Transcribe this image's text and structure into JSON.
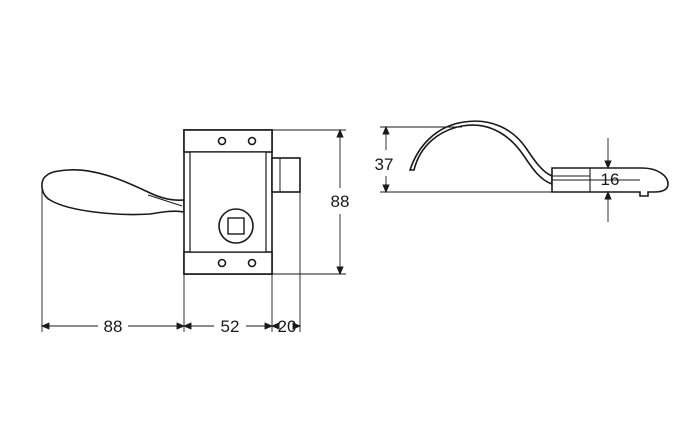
{
  "dimensions": {
    "handle_length": "88",
    "body_width": "52",
    "bolt_projection": "20",
    "body_height": "88",
    "lever_height": "37",
    "bolt_thickness": "16"
  }
}
